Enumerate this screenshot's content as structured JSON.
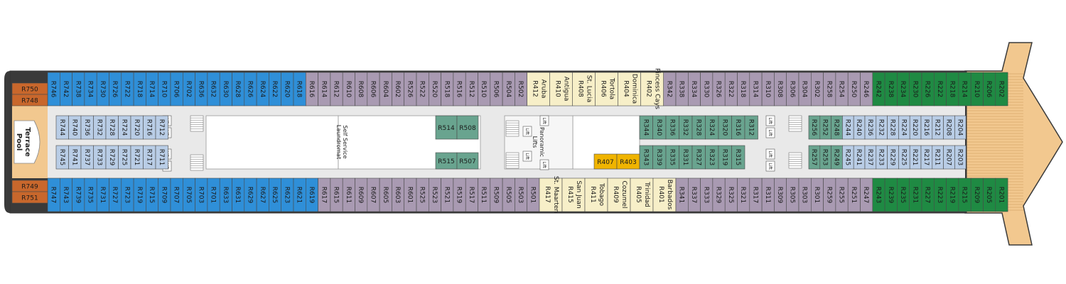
{
  "colors": {
    "blue": "#2f8fd8",
    "purple": "#a99ab2",
    "green": "#1f8a43",
    "lightblue": "#b9cde6",
    "teal": "#69a48f",
    "cream": "#f7efc8",
    "orange": "#c8672c",
    "gold": "#f0b400",
    "wood": "#f2c88f",
    "hull": "#3a3a3a",
    "corridor": "#e9e9e9"
  },
  "labels": {
    "terrace_pool": [
      "Terrace",
      "Pool"
    ],
    "laundromat": [
      "Self Service",
      "Laundromat"
    ],
    "panoramic_lifts": [
      "Panoramic",
      "Lifts"
    ],
    "lift": "Lift"
  },
  "aft_cabins": {
    "top": [
      "R750",
      "R748"
    ],
    "bottom": [
      "R749",
      "R751"
    ]
  },
  "outer_top": [
    "R746",
    "R742",
    "R738",
    "R734",
    "R730",
    "R726",
    "R722",
    "R718",
    "R714",
    "R710",
    "R706",
    "R702",
    "R636",
    "R632",
    "R630",
    "R628",
    "R626",
    "R624",
    "R622",
    "R620",
    "R618",
    "R616",
    "R614",
    "R612",
    "R610",
    "R608",
    "R606",
    "R604",
    "R602",
    "R526",
    "R522",
    "R520",
    "R518",
    "R516",
    "R512",
    "R510",
    "R506",
    "R504",
    "R502",
    "R414",
    "R410",
    "R408",
    "R406",
    "R404",
    "R402",
    "R342",
    "R338",
    "R334",
    "R330",
    "R326",
    "R322",
    "R318",
    "R314",
    "R310",
    "R308",
    "R306",
    "R304",
    "R302",
    "R258",
    "R254",
    "R250",
    "R246",
    "R242",
    "R238",
    "R234",
    "R230",
    "R226",
    "R222",
    "R218",
    "R214",
    "R210",
    "R206",
    "R202"
  ],
  "outer_bottom": [
    "R747",
    "R743",
    "R739",
    "R735",
    "R731",
    "R727",
    "R723",
    "R719",
    "R715",
    "R709",
    "R707",
    "R705",
    "R703",
    "R701",
    "R633",
    "R631",
    "R629",
    "R627",
    "R625",
    "R623",
    "R621",
    "R619",
    "R617",
    "R615",
    "R611",
    "R609",
    "R607",
    "R605",
    "R603",
    "R601",
    "R525",
    "R523",
    "R521",
    "R519",
    "R517",
    "R511",
    "R509",
    "R505",
    "R503",
    "R501",
    "R417",
    "R415",
    "R411",
    "R409",
    "R405",
    "R401",
    "R341",
    "R337",
    "R333",
    "R329",
    "R325",
    "R321",
    "R317",
    "R311",
    "R309",
    "R305",
    "R303",
    "R301",
    "R259",
    "R255",
    "R251",
    "R247",
    "R243",
    "R239",
    "R235",
    "R231",
    "R227",
    "R223",
    "R219",
    "R215",
    "R209",
    "R205",
    "R201"
  ],
  "inner_aft_top": [
    "R744",
    "R740",
    "R736",
    "R732",
    "R728",
    "R724",
    "R720",
    "R716",
    "R712"
  ],
  "inner_aft_bottom": [
    "R745",
    "R741",
    "R737",
    "R733",
    "R729",
    "R725",
    "R721",
    "R717",
    "R711"
  ],
  "inner_mid_top": [
    "R514",
    "R508"
  ],
  "inner_mid_bottom": [
    "R515",
    "R507"
  ],
  "inner_fwd_mid_top": [
    "R344",
    "R340",
    "R336",
    "R332",
    "R328",
    "R324",
    "R320",
    "R316",
    "R312"
  ],
  "inner_fwd_mid_bottom_gold": [
    "R407",
    "R403"
  ],
  "inner_fwd_mid_bottom": [
    "R343",
    "R339",
    "R335",
    "R331",
    "R327",
    "R323",
    "R319",
    "R315"
  ],
  "inner_fwd_top": [
    "R256",
    "R252",
    "R248",
    "R244",
    "R240",
    "R236",
    "R232",
    "R228",
    "R224",
    "R220",
    "R216",
    "R212",
    "R208",
    "R204"
  ],
  "inner_fwd_bottom": [
    "R257",
    "R253",
    "R249",
    "R245",
    "R241",
    "R237",
    "R233",
    "R229",
    "R225",
    "R221",
    "R217",
    "R211",
    "R207",
    "R203"
  ],
  "suites_top": [
    {
      "number": "R412",
      "name": "Aruba"
    },
    {
      "number": "R410",
      "name": "Antigua"
    },
    {
      "number": "R408",
      "name": "St. Lucia"
    },
    {
      "number": "R406",
      "name": "Tortola"
    },
    {
      "number": "R404",
      "name": "Dominica"
    },
    {
      "number": "R402",
      "name": "Pincess Cays"
    }
  ],
  "suites_bottom": [
    {
      "number": "R417",
      "name": "St. Maarten"
    },
    {
      "number": "R415",
      "name": "San Juan"
    },
    {
      "number": "R411",
      "name": "Tobago"
    },
    {
      "number": "R409",
      "name": "Cozumel"
    },
    {
      "number": "R405",
      "name": "Trinidad"
    },
    {
      "number": "R401",
      "name": "Barbados"
    }
  ]
}
